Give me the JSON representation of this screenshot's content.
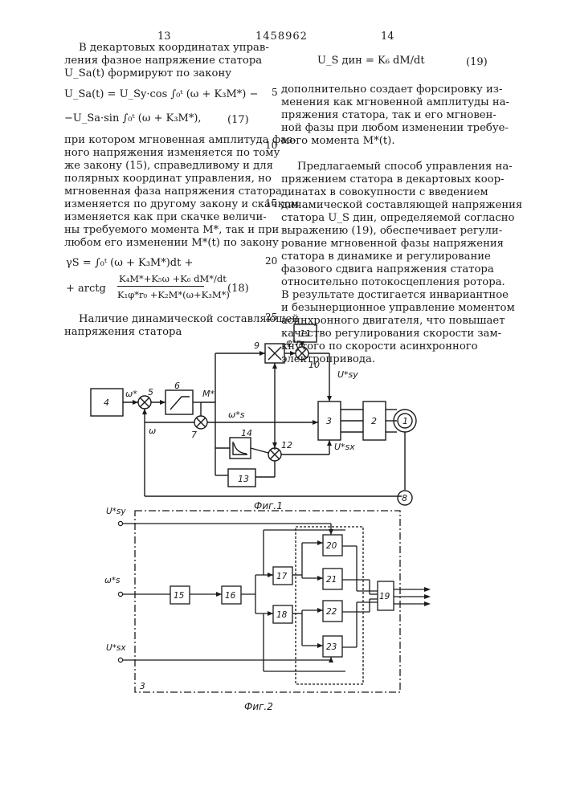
{
  "header": {
    "page_left": "13",
    "patent_number": "1458962",
    "page_right": "14"
  },
  "left_column": {
    "intro_lines": [
      "В декартовых координатах управ-",
      "ления фазное напряжение статора",
      "U_Sa(t) формируют по закону"
    ],
    "eq17_line1": "U_Sa(t) = U_Sy·cos ∫₀ᵗ (ω + K₃M*) −",
    "eq17_line2": "−U_Sa·sin ∫₀ᵗ (ω + K₃M*),",
    "eq17_number": "(17)",
    "body_lines": [
      "при котором мгновенная амплитуда фаз-",
      "ного напряжения изменяется по тому",
      "же закону (15), справедливому и для",
      "полярных координат управления, но",
      "мгновенная фаза напряжения статора",
      "изменяется по другому закону и скачком",
      "изменяется как при скачке величи-",
      "ны требуемого момента M*, так и при",
      "любом его изменении M*(t) по закону"
    ],
    "eq18_line1": "γS = ∫₀ᵗ (ω + K₃M*)dt +",
    "eq18_line2": "+ arctg",
    "eq18_numerator": "K₄M*+K₅ω +K₆ dM*/dt",
    "eq18_denominator": "K₁φ*r₀ +K₂M*(ω+K₃M*)",
    "eq18_number": "(18)",
    "closing_lines": [
      "Наличие динамической составляющей",
      "напряжения статора"
    ]
  },
  "right_column": {
    "eq19": "U_S дин = K₆ dM/dt",
    "eq19_number": "(19)",
    "para1_lines": [
      "дополнительно создает форсировку из-",
      "менения как мгновенной амплитуды на-",
      "пряжения статора, так и его мгновен-",
      "ной фазы при любом изменении требуе-",
      "мого момента M*(t)."
    ],
    "para2_lines": [
      "Предлагаемый способ управления на-",
      "пряжением статора в декартовых коор-",
      "динатах в совокупности с введением",
      "динамической составляющей напряжения",
      "статора U_S дин, определяемой согласно",
      "выражению (19), обеспечивает регули-",
      "рование мгновенной фазы напряжения",
      "статора в динамике и регулирование",
      "фазового сдвига напряжения статора",
      "относительно потокосцепления ротора.",
      "В результате достигается инвариантное",
      "и безынерционное управление моментом",
      "асинхронного двигателя, что повышает",
      "качество регулирования скорости зам-",
      "кнутого по скорости асинхронного",
      "электропривода."
    ]
  },
  "line_numbers": [
    "5",
    "10",
    "15",
    "20",
    "25"
  ],
  "figure1": {
    "caption": "Фиг.1",
    "blocks": [
      "4",
      "5",
      "6",
      "7",
      "9",
      "10",
      "11",
      "3",
      "2",
      "1",
      "14",
      "12",
      "13",
      "8"
    ],
    "signals": [
      "ω*",
      "M*",
      "ω*s",
      "ω",
      "φ*r₀",
      "U*sy",
      "U*sx"
    ]
  },
  "figure2": {
    "caption": "Фиг.2",
    "blocks": [
      "15",
      "16",
      "17",
      "18",
      "20",
      "21",
      "22",
      "23",
      "19",
      "3"
    ],
    "inputs": [
      "U*sy",
      "ω*s",
      "U*sx"
    ]
  }
}
